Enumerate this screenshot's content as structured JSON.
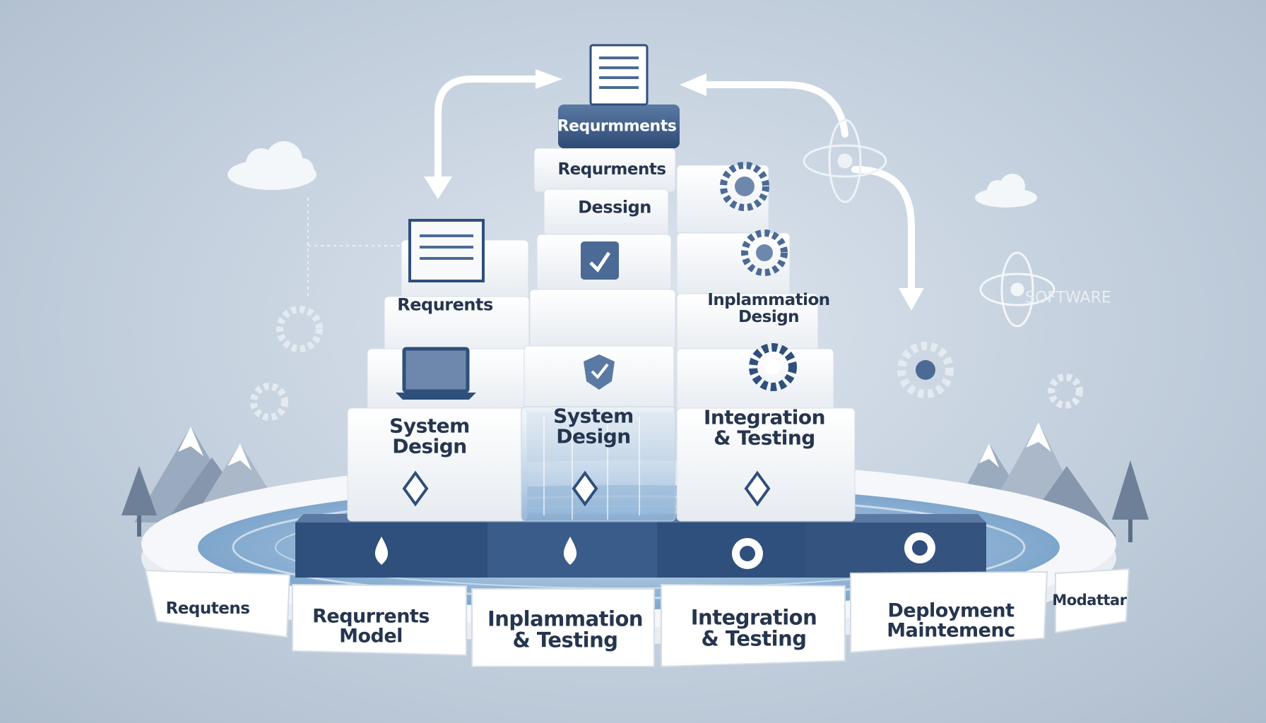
{
  "labels": {
    "top_badge": "Requrmments",
    "top_step": "Requrments",
    "design_step": "Dessign",
    "left_requrents": "Requrents",
    "left_system_1": "System",
    "left_system_2": "Design",
    "center_system_1": "System",
    "center_system_2": "Design",
    "right_inplam_1": "Inplammation",
    "right_inplam_2": "Design",
    "right_integ_1": "Integration",
    "right_integ_2": "& Testing",
    "base_1": "Requtens",
    "base_2_1": "Requrrents",
    "base_2_2": "Model",
    "base_3_1": "Inplammation",
    "base_3_2": "& Testing",
    "base_4_1": "Integration",
    "base_4_2": "& Testing",
    "base_5_1": "Deployment",
    "base_5_2": "Maintemenc",
    "base_6": "Modattar",
    "software": "SOFTWARE"
  },
  "colors": {
    "navy": "#2f4f7c",
    "step": "#f3f5f8",
    "step_side": "#d5dde7",
    "water": "#9fc0de",
    "text": "#26354f"
  },
  "icons": [
    "document-icon",
    "laptop-icon",
    "gear-icon",
    "atom-icon",
    "cloud-icon",
    "mountain-icon",
    "tree-icon",
    "water-drop-icon",
    "diamond-icon",
    "arrow-icon"
  ]
}
